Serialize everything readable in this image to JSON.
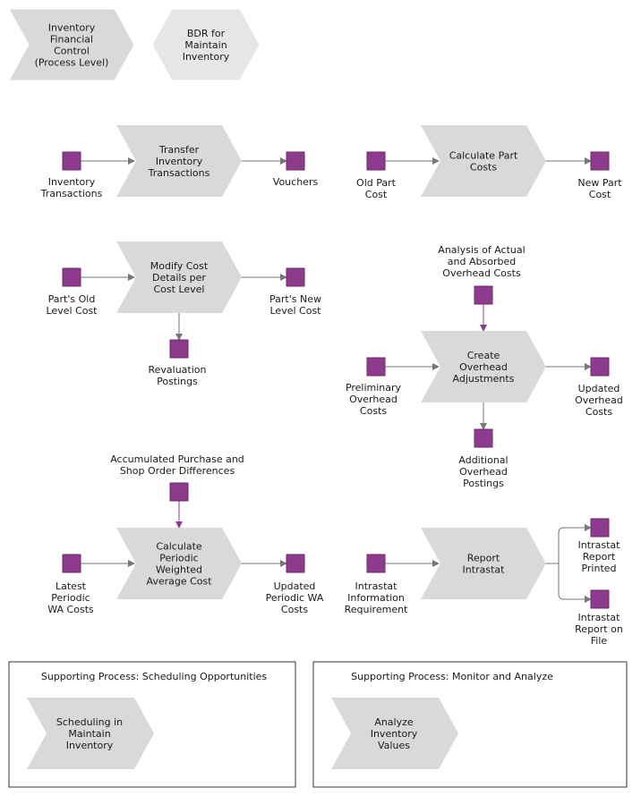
{
  "header": {
    "process_level": "Inventory\nFinancial\nControl\n(Process Level)",
    "bdr": "BDR for\nMaintain\nInventory"
  },
  "processes": {
    "transfer": "Transfer\nInventory\nTransactions",
    "calc_part": "Calculate Part\nCosts",
    "modify_cost": "Modify Cost\nDetails per\nCost Level",
    "overhead": "Create\nOverhead\nAdjustments",
    "periodic_wa": "Calculate\nPeriodic\nWeighted\nAverage Cost",
    "intrastat": "Report\nIntrastat"
  },
  "objects": {
    "inventory_transactions": "Inventory\nTransactions",
    "vouchers": "Vouchers",
    "old_part_cost": "Old Part\nCost",
    "new_part_cost": "New Part\nCost",
    "parts_old_level": "Part's Old\nLevel Cost",
    "parts_new_level": "Part's New\nLevel Cost",
    "revaluation": "Revaluation\nPostings",
    "analysis_overhead": "Analysis of Actual\nand Absorbed\nOverhead Costs",
    "preliminary_overhead": "Preliminary\nOverhead\nCosts",
    "updated_overhead": "Updated\nOverhead\nCosts",
    "additional_overhead": "Additional\nOverhead\nPostings",
    "accumulated_purchase": "Accumulated Purchase and\nShop Order Differences",
    "latest_periodic": "Latest\nPeriodic\nWA Costs",
    "updated_periodic": "Updated\nPeriodic WA\nCosts",
    "intrastat_info": "Intrastat\nInformation\nRequirement",
    "intrastat_printed": "Intrastat\nReport\nPrinted",
    "intrastat_file": "Intrastat\nReport on\nFile"
  },
  "supporting": {
    "scheduling_title": "Supporting Process: Scheduling Opportunities",
    "scheduling_item": "Scheduling in\nMaintain\nInventory",
    "monitor_title": "Supporting Process: Monitor and Analyze",
    "monitor_item": "Analyze\nInventory\nValues"
  },
  "colors": {
    "object_fill": "#8e3b8e",
    "object_stroke": "#6b2a6b",
    "process_fill": "#d9d9d9",
    "process_fill_light": "#e6e6e6",
    "arrow_gray": "#777777",
    "arrow_purple": "#8e3b8e"
  }
}
